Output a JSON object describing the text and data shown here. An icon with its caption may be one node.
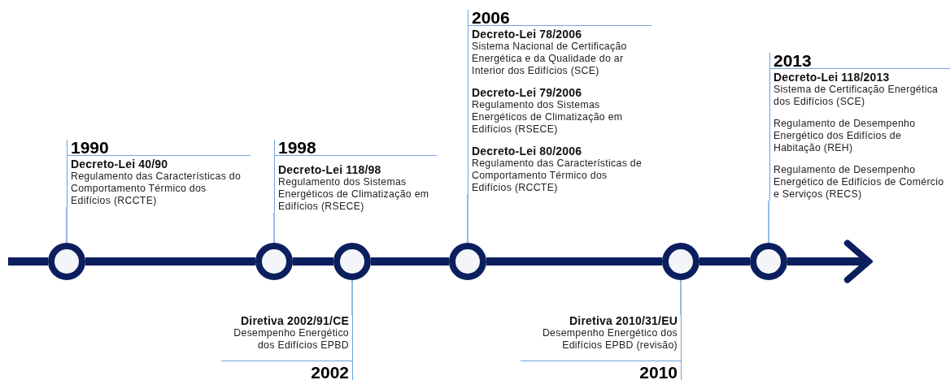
{
  "diagram": {
    "nodes": [
      {
        "text": [
          "1990",
          "Decreto-Lei 40/90",
          "Regulamento das Características do Comportamento Térmico dos Edifícios (RCCTE)"
        ]
      },
      {
        "text": [
          "1998",
          "Decreto-Lei 118/98",
          "Regulamento dos Sistemas Energéticos de Climatização em Edifícios (RSECE)"
        ]
      },
      {
        "text": [
          "Diretiva 2002/91/CE",
          "Desempenho Energético dos Edifícios EPBD",
          "2002"
        ]
      },
      {
        "text": [
          "2006",
          "Decreto-Lei 78/2006",
          "Sistema Nacional de Certificação Energética e da Qualidade do ar Interior dos Edifícios (SCE)",
          "Decreto-Lei 79/2006",
          "Regulamento dos Sistemas Energéticos de Climatização em Edifícios (RSECE)",
          "Decreto-Lei 80/2006",
          "Regulamento das Características de Comportamento Térmico dos Edifícios (RCCTE)"
        ]
      },
      {
        "text": [
          "Diretiva 2010/31/EU",
          "Desempenho Energético dos Edifícios EPBD (revisão)",
          "2010"
        ]
      },
      {
        "text": [
          "2013",
          "Decreto-Lei 118/2013",
          "Sistema de Certificação Energética dos Edifícios (SCE)",
          "Regulamento de Desempenho Energético dos Edifícios de Habitação (REH)",
          "Regulamento de Desempenho Energético de Edifícios de Comércio e Serviços (RECS)"
        ]
      },
      {
        "text": [],
        "shape": "circle"
      },
      {
        "text": [],
        "shape": "circle"
      },
      {
        "text": [],
        "shape": "circle"
      },
      {
        "text": [],
        "shape": "circle"
      },
      {
        "text": [],
        "shape": "circle"
      },
      {
        "text": [],
        "shape": "circle"
      }
    ],
    "edges": [
      {
        "from": null,
        "to": 6,
        "arrow": "none"
      },
      {
        "from": 6,
        "to": 7,
        "arrow": "none"
      },
      {
        "from": 7,
        "to": 8,
        "arrow": "none"
      },
      {
        "from": 8,
        "to": 9,
        "arrow": "none"
      },
      {
        "from": 9,
        "to": 10,
        "arrow": "none"
      },
      {
        "from": 10,
        "to": 11,
        "arrow": "none"
      },
      {
        "from": 11,
        "to": null,
        "arrow": "to"
      },
      {
        "from": 0,
        "to": 6,
        "arrow": "none",
        "color": "#6fa3dc"
      },
      {
        "from": 1,
        "to": 7,
        "arrow": "none",
        "color": "#6fa3dc"
      },
      {
        "from": 2,
        "to": 8,
        "arrow": "none",
        "color": "#6fa3dc"
      },
      {
        "from": 3,
        "to": 9,
        "arrow": "none",
        "color": "#6fa3dc"
      },
      {
        "from": 4,
        "to": 10,
        "arrow": "none",
        "color": "#6fa3dc"
      },
      {
        "from": 5,
        "to": 11,
        "arrow": "none",
        "color": "#6fa3dc"
      }
    ]
  }
}
